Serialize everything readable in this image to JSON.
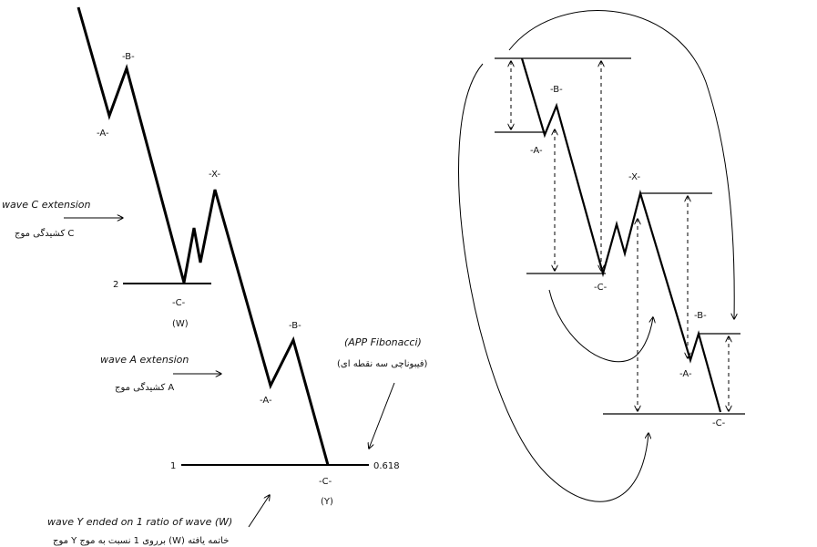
{
  "left": {
    "labels": {
      "a1": "-A-",
      "b1": "-B-",
      "c1": "-C-",
      "x": "-X-",
      "a2": "-A-",
      "b2": "-B-",
      "c2": "-C-",
      "w": "(W)",
      "y": "(Y)",
      "level2": "2",
      "level1": "1",
      "fib_value": "0.618"
    },
    "annotations": {
      "wave_c_extension": "wave C extension",
      "wave_c_extension_fa": "کشیدگی موج C",
      "wave_a_extension": "wave A extension",
      "wave_a_extension_fa": "کشیدگی موج A",
      "app_fibonacci": "(APP Fibonacci)",
      "app_fibonacci_fa": "(فیبوناچی سه نقطه ای)",
      "wave_y_ended": "wave Y ended on 1 ratio of wave (W)",
      "wave_y_ended_fa": "موج Y برروی 1 نسبت به موج (W) خاتمه یافته"
    }
  },
  "right": {
    "labels": {
      "a1": "-A-",
      "b1": "-B-",
      "c1": "-C-",
      "x": "-X-",
      "a2": "-A-",
      "b2": "-B-",
      "c2": "-C-"
    }
  },
  "colors": {
    "ink": "#000000",
    "background": "#ffffff"
  }
}
